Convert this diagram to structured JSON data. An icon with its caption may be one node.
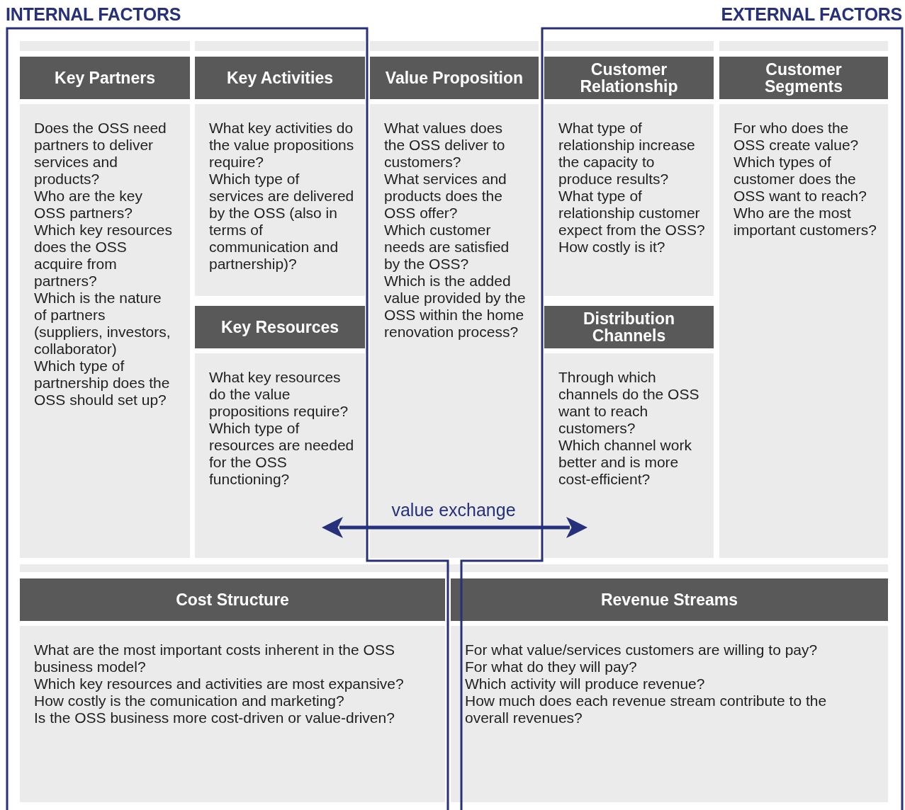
{
  "diagram": {
    "nodes": [
      {
        "text": [
          "Key Partners",
          "Does the OSS need partners to deliver services and products?",
          "Who are the key OSS partners?",
          "Which key resources does the OSS acquire from partners?",
          "Which is the nature of partners (suppliers, investors, collaborator)",
          "Which type of partnership does the OSS should set up?"
        ]
      },
      {
        "text": [
          "Key Activities",
          "What key activities do the value propositions require?",
          "Which type of services are delivered by the OSS (also in terms of communication and partnership)?"
        ]
      },
      {
        "text": [
          "Key Resources",
          "What key resources do the value propositions require?",
          "Which type of resources are needed for the OSS functioning?"
        ]
      },
      {
        "text": [
          "Value Proposition",
          "What values does the OSS deliver to customers?",
          "What services and products does the OSS offer?",
          "Which customer needs are satisfied by the OSS?",
          "Which is the added value provided by the OSS within the home renovation process?"
        ]
      },
      {
        "text": [
          "Customer Relationship",
          "What type of relationship increase the capacity to produce results?",
          "What type of relationship customer expect from the OSS?",
          "How costly is it?"
        ]
      },
      {
        "text": [
          "Distribution Channels",
          "Through which channels do the OSS want to reach customers?",
          "Which channel work better and is more cost-efficient?"
        ]
      },
      {
        "text": [
          "Customer Segments",
          "For who does the OSS create value?",
          "Which types of customer does the OSS want to reach?",
          "Who are the most important customers?"
        ]
      },
      {
        "text": [
          "Cost Structure",
          "What are the most important costs inherent in the OSS business model?",
          "Which key resources and activities are most expansive?",
          "How costly is the comunication and marketing?",
          "Is the OSS business more cost-driven or value-driven?"
        ]
      },
      {
        "text": [
          "Revenue Streams",
          "For what value/services customers are willing to pay?",
          "For what do they will pay?",
          "Which activity will produce revenue?",
          "How much does each revenue stream contribute to the overall revenues?"
        ]
      }
    ],
    "edges": [
      {
        "from": 2,
        "to": 5,
        "arrow": "both",
        "label": "value exchange"
      }
    ],
    "labels": [
      "INTERNAL FACTORS",
      "EXTERNAL FACTORS"
    ]
  }
}
